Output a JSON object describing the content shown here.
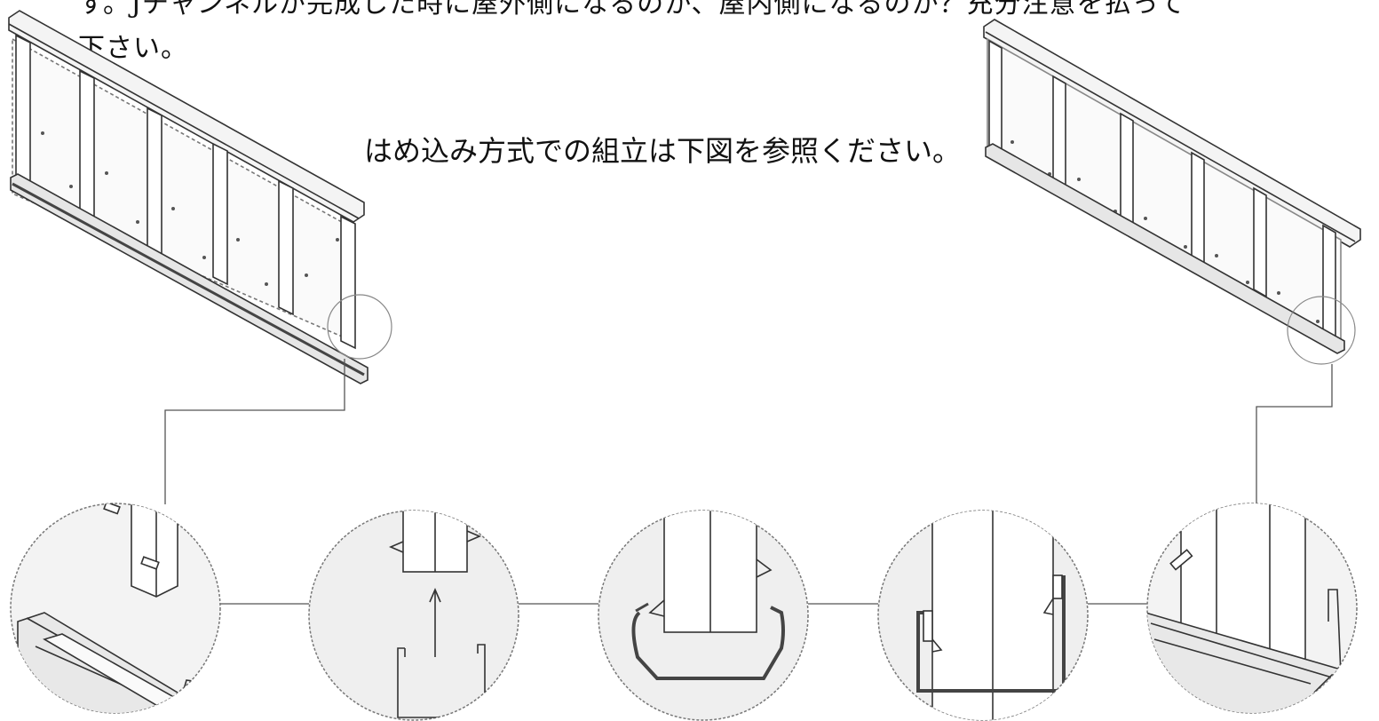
{
  "intro": {
    "line1": "す。Jチャンネルが完成した時に屋外側になるのか、屋内側になるのか？充分注意を払って",
    "line2": "下さい。"
  },
  "caption": "はめ込み方式での組立は下図を参照ください。",
  "colors": {
    "ink": "#333333",
    "panel": "#f5f5f5",
    "circle_fill": "#f0f0f0",
    "rail": "#888888"
  },
  "icons": [
    "magnifier-circle",
    "arrow-up-icon"
  ]
}
